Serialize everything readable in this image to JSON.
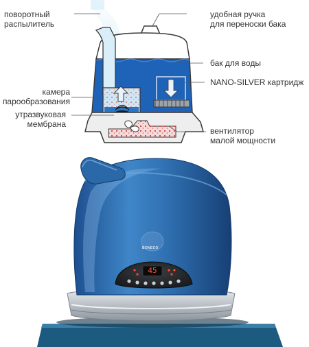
{
  "diagram": {
    "labels": {
      "rotating_sprayer": [
        "поворотный",
        "распылитель"
      ],
      "handle": [
        "удобная ручка",
        "для переноски бака"
      ],
      "water_tank": [
        "бак для воды"
      ],
      "nano_silver": [
        "NANO-SILVER картридж"
      ],
      "vapor_chamber": [
        "камера",
        "парообразования"
      ],
      "ultrasonic_membrane": [
        "утразвуковая",
        "мембрана"
      ],
      "fan": [
        "вентилятор",
        "малой мощности"
      ]
    }
  },
  "device": {
    "brand": "BONECO",
    "display_value": "45"
  },
  "colors": {
    "tank_blue": "#1f63b8",
    "body_blue": "#2f6fb0",
    "mist": "#bfe2f5",
    "particle_red": "#d33b3b",
    "base_gray": "#cfd3d8",
    "outline": "#3a3a3a"
  }
}
